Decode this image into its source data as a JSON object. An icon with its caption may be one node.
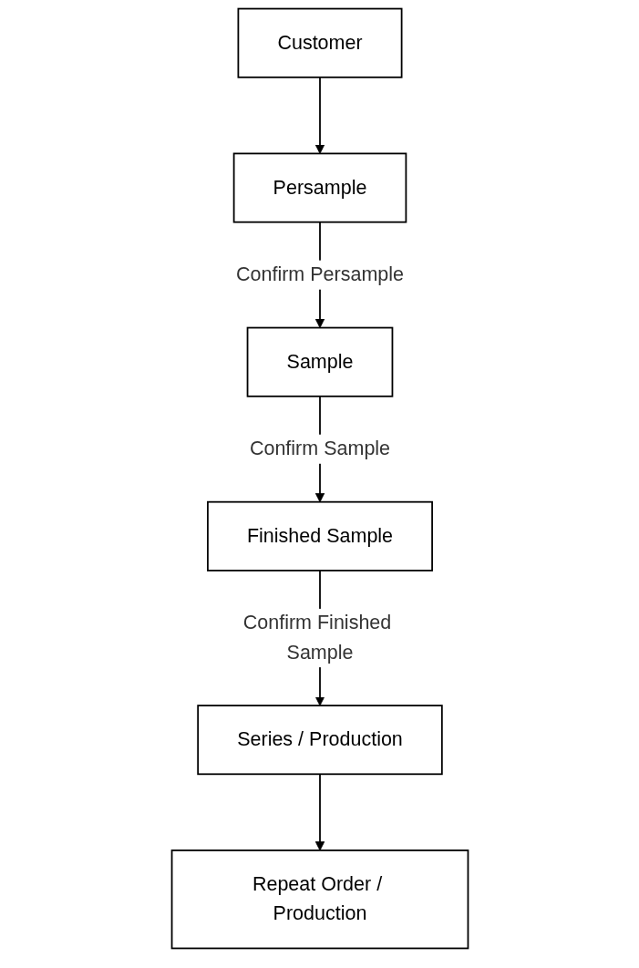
{
  "diagram": {
    "nodes": [
      {
        "text": [
          "Customer"
        ]
      },
      {
        "text": [
          "Persample"
        ]
      },
      {
        "text": [
          "Sample"
        ]
      },
      {
        "text": [
          "Finished Sample"
        ]
      },
      {
        "text": [
          "Series / Production"
        ]
      },
      {
        "text": [
          "Repeat Order / Production"
        ]
      }
    ],
    "edges": [
      {
        "from": 0,
        "to": 1,
        "arrow": "to"
      },
      {
        "from": 1,
        "to": 2,
        "arrow": "to",
        "label": "Confirm Persample"
      },
      {
        "from": 2,
        "to": 3,
        "arrow": "to",
        "label": "Confirm Sample"
      },
      {
        "from": 3,
        "to": 4,
        "arrow": "to",
        "label": "Confirm Finished Sample"
      },
      {
        "from": 4,
        "to": 5,
        "arrow": "to"
      }
    ]
  }
}
